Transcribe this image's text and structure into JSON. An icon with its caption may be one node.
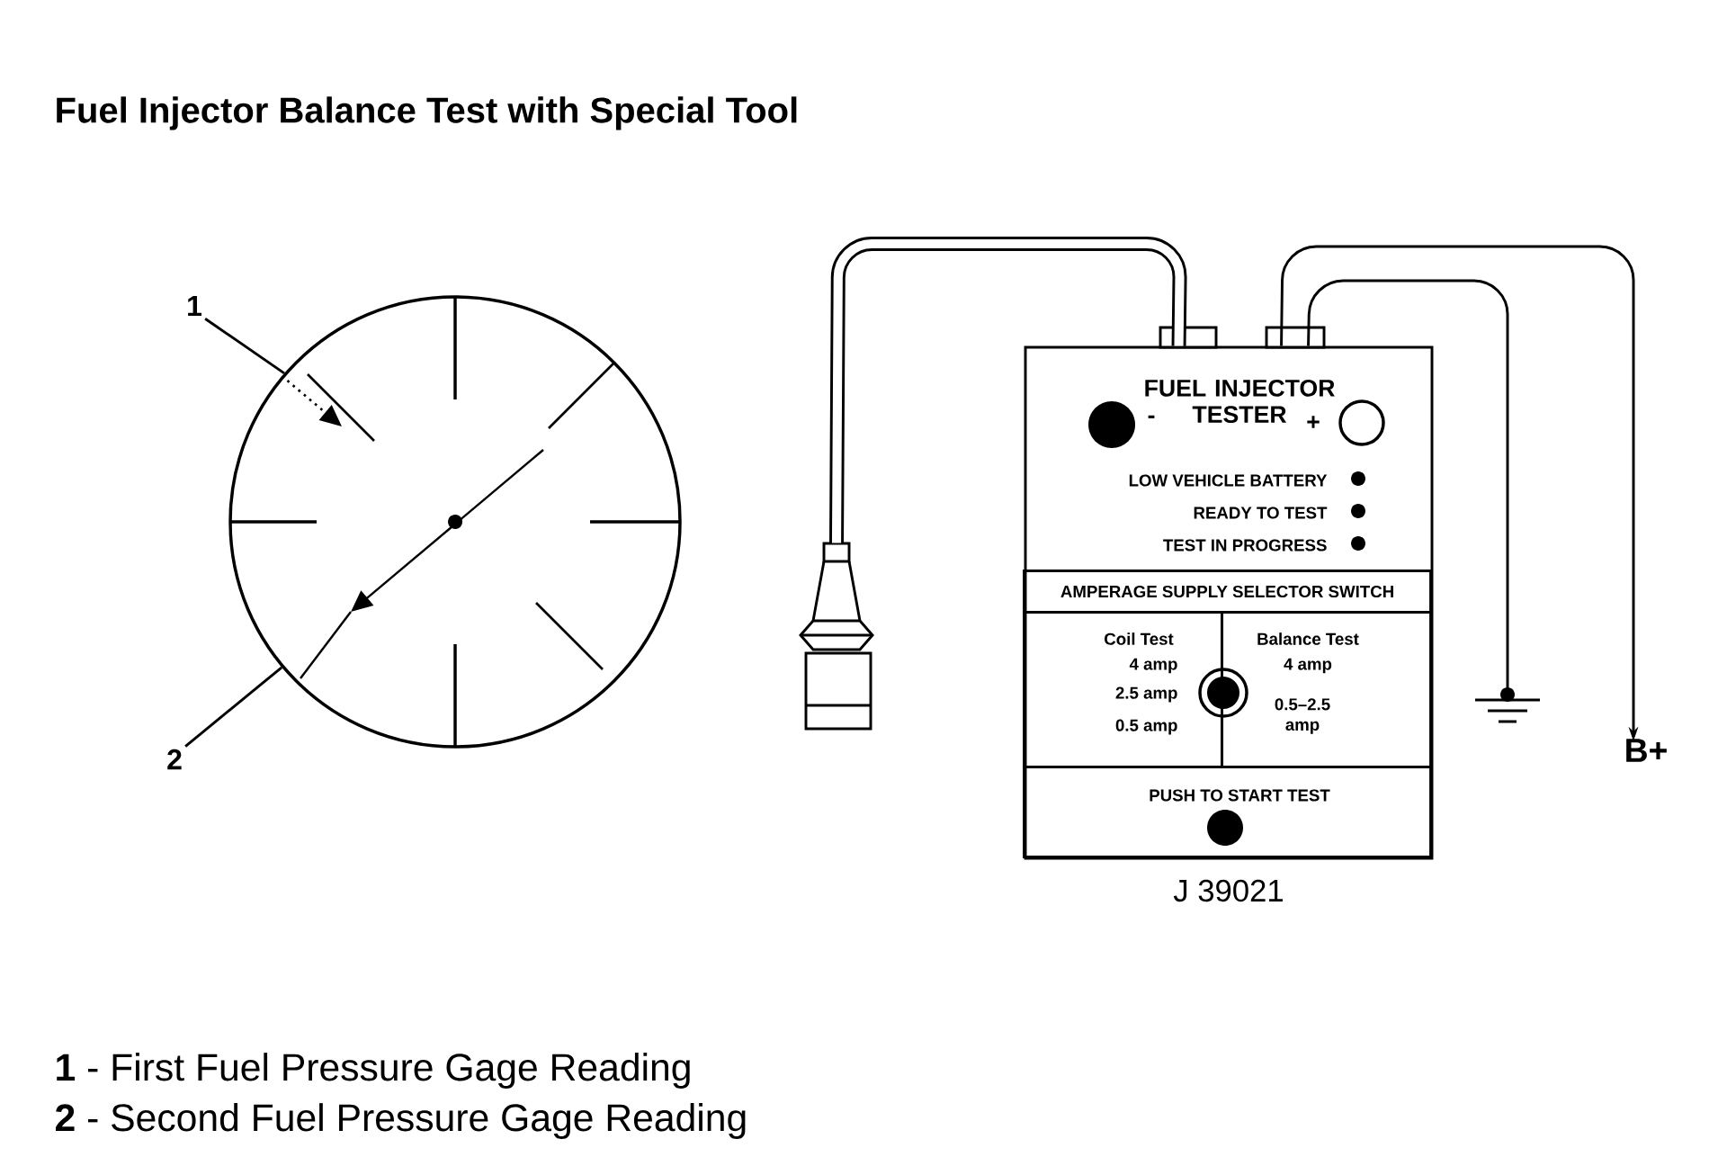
{
  "diagram": {
    "title": "Fuel Injector Balance Test with Special Tool",
    "nodes": [
      {
        "text": [
          "1"
        ]
      },
      {
        "text": [
          "2"
        ]
      },
      {
        "text": [],
        "shape": "circle"
      },
      {
        "text": [
          "FUEL INJECTOR TESTER",
          "-",
          "+",
          "LOW VEHICLE BATTERY",
          "READY TO TEST",
          "TEST IN PROGRESS"
        ],
        "beside": [
          "J 39021"
        ]
      },
      {
        "text": [
          "AMPERAGE SUPPLY SELECTOR SWITCH"
        ],
        "in": 3
      },
      {
        "text": [
          "Coil Test",
          "4 amp",
          "2.5 amp",
          "0.5 amp"
        ],
        "in": 3
      },
      {
        "text": [
          "Balance Test",
          "4 amp",
          "0.5–2.5 amp"
        ],
        "in": 3
      },
      {
        "text": [
          "PUSH TO START TEST"
        ],
        "in": 3
      },
      {
        "text": [],
        "shape": "plug"
      },
      {
        "text": [],
        "shape": "ground"
      },
      {
        "text": [
          "B+"
        ]
      }
    ],
    "edges": [
      {
        "from": 0,
        "to": 2,
        "arrow": "none"
      },
      {
        "from": 1,
        "to": 2,
        "arrow": "none"
      },
      {
        "from": 3,
        "to": 8,
        "arrow": "none",
        "style": "thick"
      },
      {
        "from": 3,
        "to": 9,
        "arrow": "none"
      },
      {
        "from": 3,
        "to": 10,
        "arrow": "to"
      }
    ],
    "labels": [
      "**1** - First Fuel Pressure Gage Reading",
      "**2** - Second Fuel Pressure Gage Reading"
    ]
  }
}
